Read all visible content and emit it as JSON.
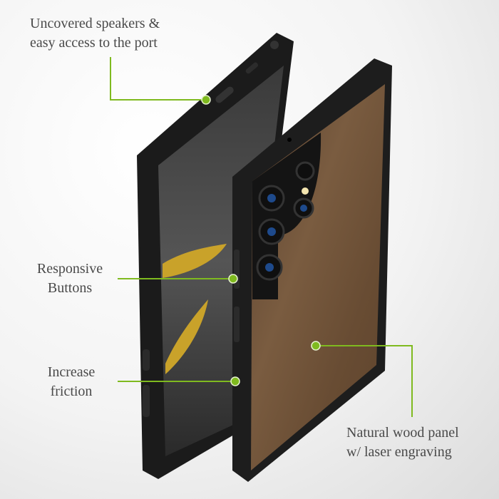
{
  "callouts": {
    "speakers": {
      "line1": "Uncovered speakers &",
      "line2": "easy access to the port"
    },
    "buttons": {
      "line1": "Responsive",
      "line2": "Buttons"
    },
    "friction": {
      "line1": "Increase",
      "line2": "friction"
    },
    "wood": {
      "line1": "Natural wood panel",
      "line2": "w/ laser engraving"
    }
  },
  "colors": {
    "accent": "#7fba1f",
    "text": "#4a4a4a",
    "case": "#1c1c1c",
    "wood": "#6b5038"
  }
}
